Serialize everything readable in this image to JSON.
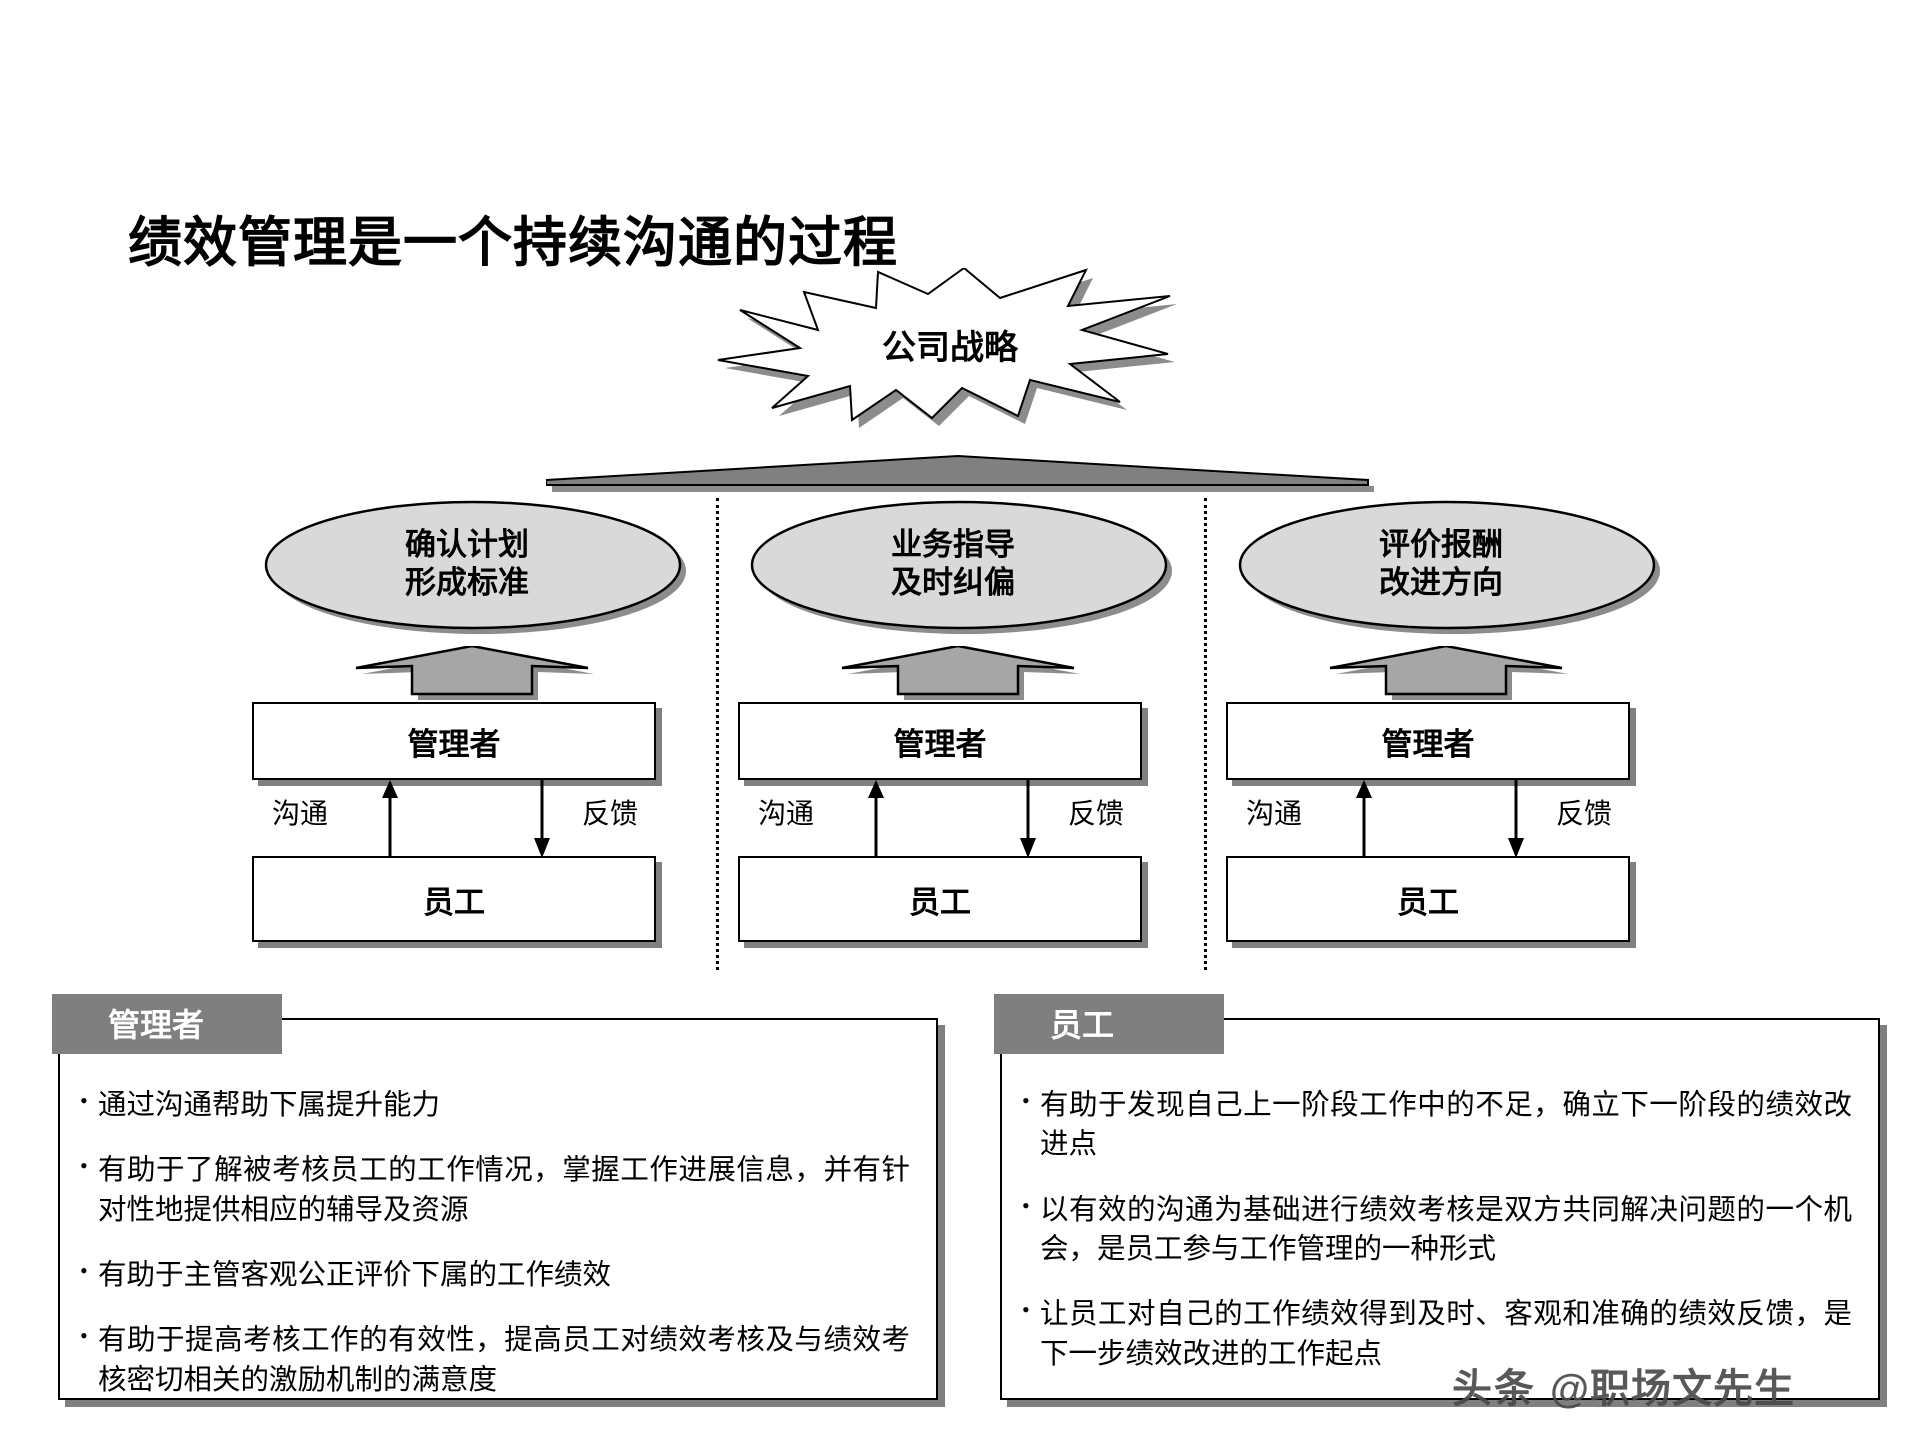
{
  "slide": {
    "title": "绩效管理是一个持续沟通的过程",
    "strategy_burst": "公司战略"
  },
  "columns": [
    {
      "ellipse_line1": "确认计划",
      "ellipse_line2": "形成标准",
      "manager_label": "管理者",
      "employee_label": "员工",
      "comm_label": "沟通",
      "feedback_label": "反馈"
    },
    {
      "ellipse_line1": "业务指导",
      "ellipse_line2": "及时纠偏",
      "manager_label": "管理者",
      "employee_label": "员工",
      "comm_label": "沟通",
      "feedback_label": "反馈"
    },
    {
      "ellipse_line1": "评价报酬",
      "ellipse_line2": "改进方向",
      "manager_label": "管理者",
      "employee_label": "员工",
      "comm_label": "沟通",
      "feedback_label": "反馈"
    }
  ],
  "panels": {
    "manager": {
      "header": "管理者",
      "bullets": [
        "通过沟通帮助下属提升能力",
        "有助于了解被考核员工的工作情况，掌握工作进展信息，并有针对性地提供相应的辅导及资源",
        "有助于主管客观公正评价下属的工作绩效",
        "有助于提高考核工作的有效性，提高员工对绩效考核及与绩效考核密切相关的激励机制的满意度"
      ]
    },
    "employee": {
      "header": "员工",
      "bullets": [
        "有助于发现自己上一阶段工作中的不足，确立下一阶段的绩效改进点",
        "以有效的沟通为基础进行绩效考核是双方共同解决问题的一个机会，是员工参与工作管理的一种形式",
        "让员工对自己的工作绩效得到及时、客观和准确的绩效反馈，是下一步绩效改进的工作起点"
      ]
    }
  },
  "watermark": {
    "badge": "头条",
    "handle": "@职场文先生"
  },
  "colors": {
    "header_gray": "#7f7f7f",
    "shadow_gray": "#808080",
    "ellipse_fill": "#d9d9d9",
    "arrow_fill": "#a6a6a6",
    "wedge_fill": "#808080"
  }
}
